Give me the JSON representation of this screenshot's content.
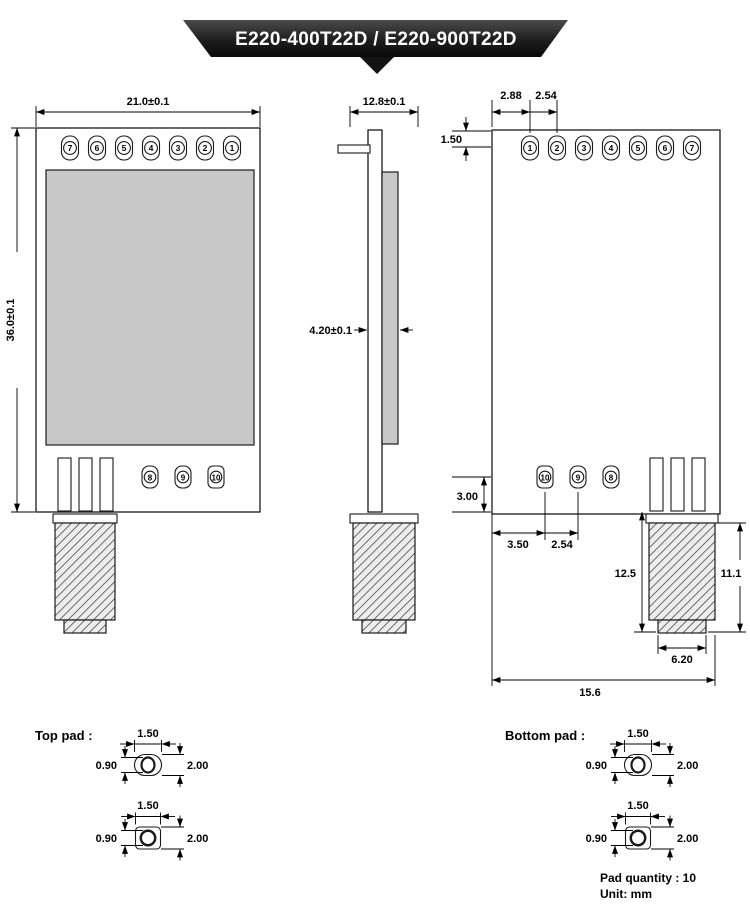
{
  "title": "E220-400T22D / E220-900T22D",
  "colors": {
    "banner_dark": "#1b1b1b",
    "shield_gray": "#c8c8c8",
    "line": "#1a1a1a"
  },
  "front_view": {
    "width_dim": "21.0±0.1",
    "height_dim": "36.0±0.1",
    "top_pins": [
      "7",
      "6",
      "5",
      "4",
      "3",
      "2",
      "1"
    ],
    "bottom_pads": [
      "8",
      "9",
      "10"
    ]
  },
  "side_view": {
    "width_dim": "12.8±0.1",
    "thickness_dim": "4.20±0.1"
  },
  "back_view": {
    "top_pins": [
      "1",
      "2",
      "3",
      "4",
      "5",
      "6",
      "7"
    ],
    "bottom_pads": [
      "10",
      "9",
      "8"
    ],
    "dim_edge_to_pin": "2.88",
    "dim_pin_pitch": "2.54",
    "dim_top_margin": "1.50",
    "dim_bottom_margin": "3.00",
    "dim_pad_edge": "3.50",
    "dim_pad_pitch": "2.54",
    "dim_connector_length": "12.5",
    "dim_connector_body": "11.1",
    "dim_connector_tip": "6.20",
    "dim_total_width": "15.6"
  },
  "pad_details": {
    "top_label": "Top pad :",
    "bottom_label": "Bottom pad :",
    "pad_width": "1.50",
    "hole_dia": "0.90",
    "pad_height": "2.00"
  },
  "footer": {
    "pad_quantity": "Pad quantity : 10",
    "unit": "Unit:  mm"
  }
}
